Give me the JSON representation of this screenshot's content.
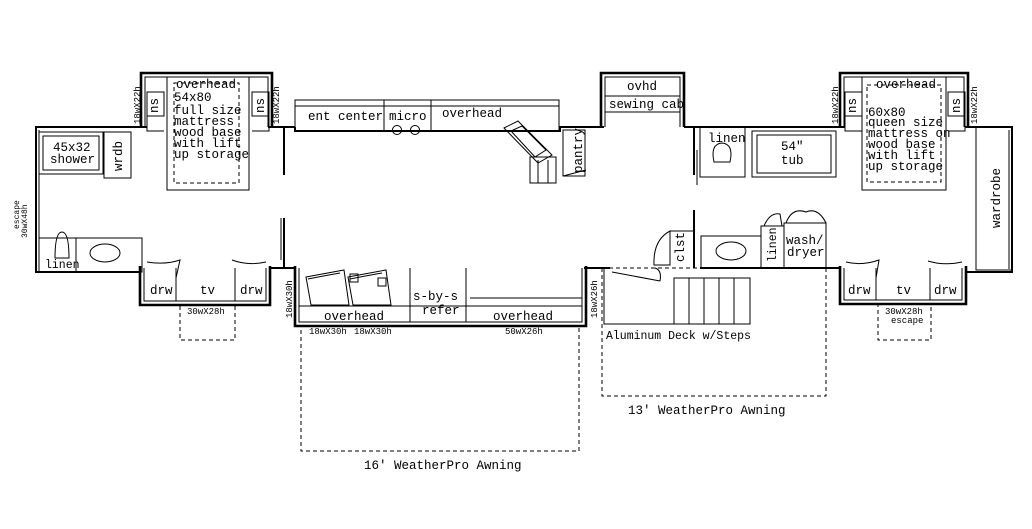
{
  "labels": {
    "overhead": "overhead",
    "left_bed_size": "54x80",
    "left_bed_type": "full size",
    "right_bed_size": "60x80",
    "right_bed_type": "queen size",
    "mattress": "mattress",
    "mattress_on": "mattress on",
    "wood_base": "wood base",
    "with_lift": "with lift",
    "up_storage": "up storage",
    "shower_size": "45x32",
    "shower": "shower",
    "wrdb": "wrdb",
    "linen": "linen",
    "ns": "ns",
    "ent_center": "ent center",
    "micro": "micro",
    "pantry": "pantry",
    "ovhd": "ovhd",
    "sewing_cab": "sewing cab",
    "tub_size": "54\"",
    "tub": "tub",
    "wardrobe": "wardrobe",
    "clst": "clst",
    "wash": "wash/",
    "dryer": "dryer",
    "drw": "drw",
    "tv": "tv",
    "window_30x28": "30wX28h",
    "escape": "escape",
    "window_30x48": "30wX48h",
    "s_by_s": "s-by-s",
    "refer": "refer",
    "seat_dim": "18wX30h",
    "overhead_dim": "50wX26h",
    "nightstand_dim": "18wX22h",
    "side_dim_30": "18wX30h",
    "side_dim_26": "18wX26h",
    "deck": "Aluminum Deck w/Steps",
    "awning_13": "13' WeatherPro Awning",
    "awning_16": "16' WeatherPro Awning"
  }
}
